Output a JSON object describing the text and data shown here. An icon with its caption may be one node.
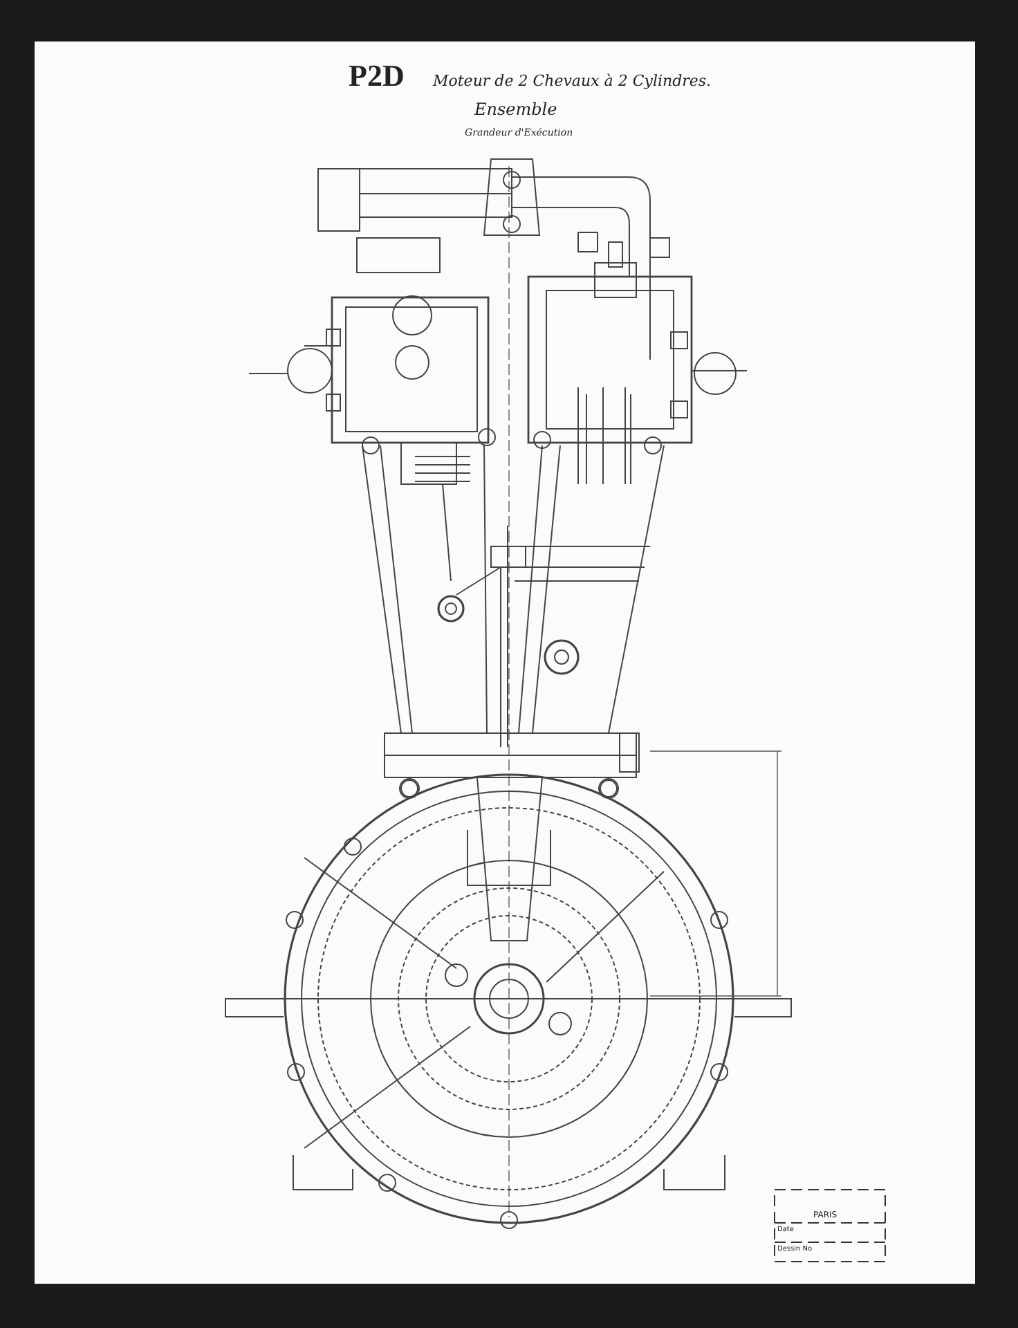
{
  "diagram": {
    "labels": [
      "P2D",
      "Moteur de 2 Chevaux à 2 Cylindres.",
      "Ensemble",
      "Grandeur d'Exécution",
      "PARIS",
      "Date",
      "Dessin No"
    ]
  }
}
